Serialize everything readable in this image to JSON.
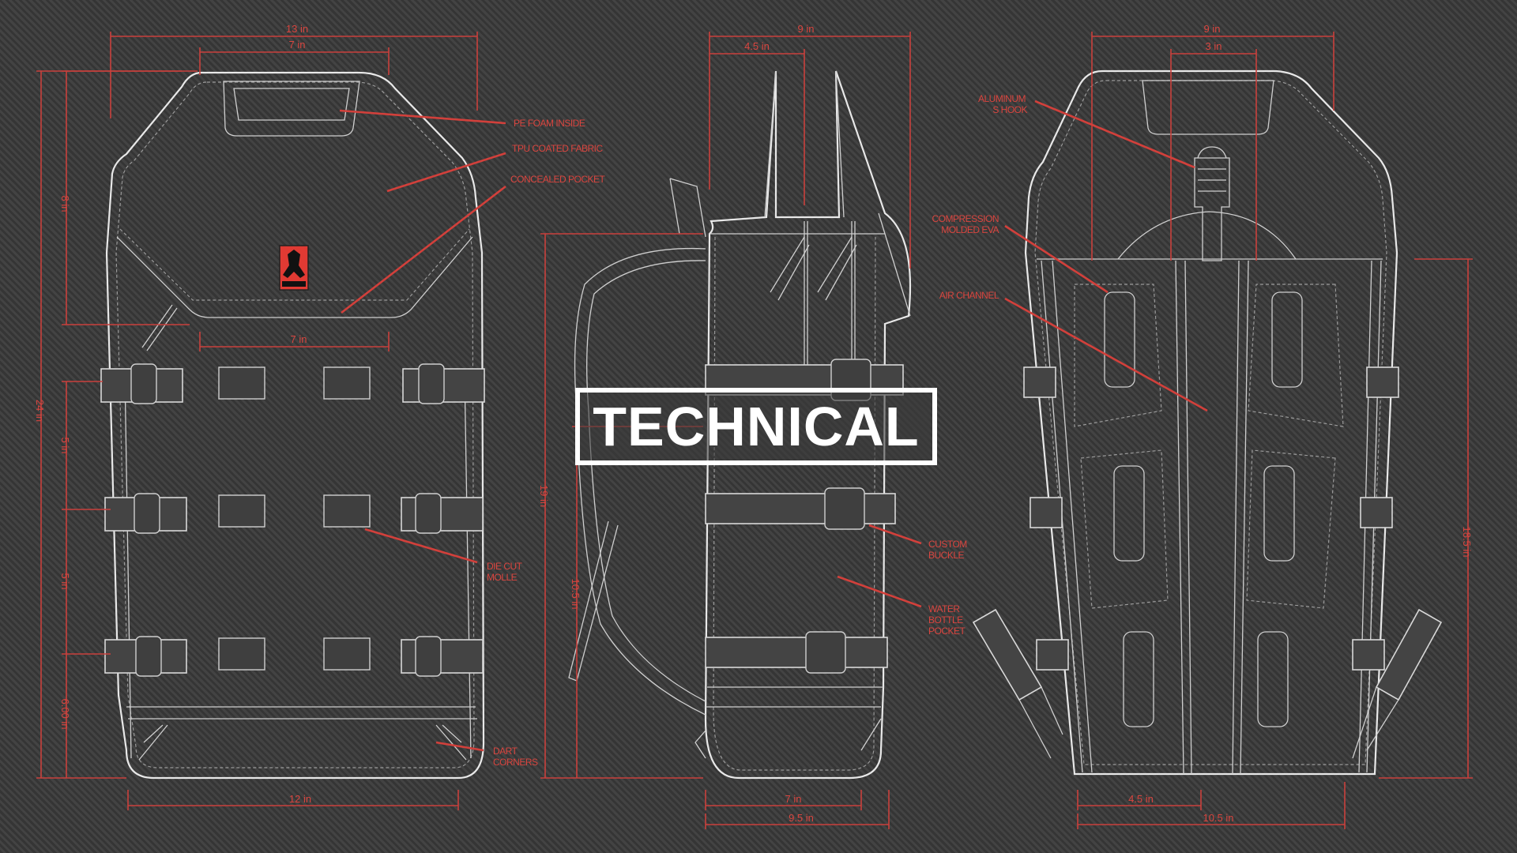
{
  "title": "TECHNICAL",
  "colors": {
    "background": "#3b3b3b",
    "outline": "#e8e8e8",
    "dimension": "#c9403c",
    "logo": "#e03a33"
  },
  "front_view": {
    "dimensions": {
      "top_width": "13 in",
      "handle_width": "7 in",
      "pocket_width": "7 in",
      "upper_height": "8 in",
      "total_height": "24 in",
      "section_a": "5 in",
      "section_b": "5 in",
      "bottom_section": "6.00 in",
      "base_width": "12 in"
    },
    "callouts": {
      "pe_foam": "PE FOAM INSIDE",
      "tpu_fabric": "TPU COATED FABRIC",
      "pocket": "CONCEALED POCKET",
      "die_cut_1": "DIE CUT",
      "die_cut_2": "MOLLE",
      "dart_1": "DART",
      "dart_2": "CORNERS"
    }
  },
  "side_view": {
    "dimensions": {
      "top_width": "9 in",
      "top_half": "4.5 in",
      "height": "19 in",
      "lower_height": "10.5 in",
      "bottom_inner": "7 in",
      "bottom_outer": "9.5 in"
    },
    "callouts": {
      "buckle_1": "CUSTOM",
      "buckle_2": "BUCKLE",
      "bottle_1": "WATER",
      "bottle_2": "BOTTLE",
      "bottle_3": "POCKET"
    }
  },
  "back_view": {
    "dimensions": {
      "top_width": "9 in",
      "inner_top": "3 in",
      "height": "18.5 in",
      "bottom_inner": "4.5 in",
      "bottom_outer": "10.5 in"
    },
    "callouts": {
      "hook_1": "ALUMINUM",
      "hook_2": "S HOOK",
      "eva_1": "COMPRESSION",
      "eva_2": "MOLDED EVA",
      "air": "AIR CHANNEL"
    }
  }
}
